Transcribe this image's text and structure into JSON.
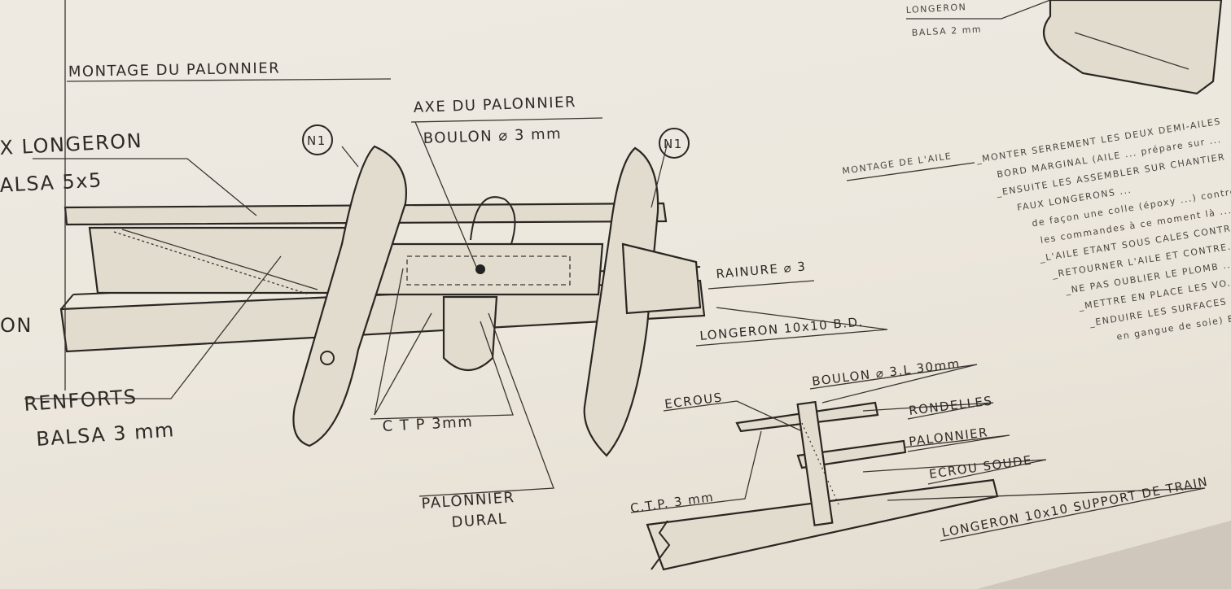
{
  "palonnier": {
    "title": "MONTAGE DU PALONNIER",
    "faux_longeron_1": "X LONGERON",
    "faux_longeron_2": "ALSA 5x5",
    "axe_1": "AXE DU PALONNIER",
    "axe_2": "BOULON ⌀ 3 mm",
    "n1_left": "N1",
    "n1_right": "N1",
    "rainure": "RAINURE ⌀ 3",
    "longeron_bd": "LONGERON  10x10  B.D.",
    "left_cut": "ON",
    "renforts_1": "RENFORTS",
    "renforts_2": "BALSA 3 mm",
    "ctp": "C T P 3mm",
    "palonnier_1": "PALONNIER",
    "palonnier_2": "DURAL"
  },
  "top_right": {
    "label_1": "LONGERON",
    "label_2": "BALSA 2 mm"
  },
  "aile": {
    "title": "MONTAGE DE L'AILE",
    "lines": [
      "_MONTER SERREMENT LES DEUX DEMI-AILES",
      "BORD MARGINAL (AILE ... prépare sur ...",
      "_ENSUITE LES ASSEMBLER SUR CHANTIER",
      "FAUX LONGERONS  ...",
      "de façon une colle (époxy ...) contre ...",
      "les commandes à ce moment là ...",
      "_L'AILE ETANT SOUS CALES CONTR...",
      "_RETOURNER L'AILE ET CONTRE...",
      "_NE PAS OUBLIER LE PLOMB ...",
      "_METTRE EN PLACE LES VO...",
      "_ENDUIRE LES SURFACES BO...",
      "en gangue de soie) ET ENT..."
    ]
  },
  "train": {
    "boulon": "BOULON ⌀ 3.L 30mm",
    "ecrous": "ECROUS",
    "rondelles": "RONDELLES",
    "palonnier": "PALONNIER",
    "ecrou_soude": "ECROU SOUDE",
    "ctp": "C.T.P. 3 mm",
    "longeron": "LONGERON  10x10 SUPPORT DE TRAIN"
  }
}
